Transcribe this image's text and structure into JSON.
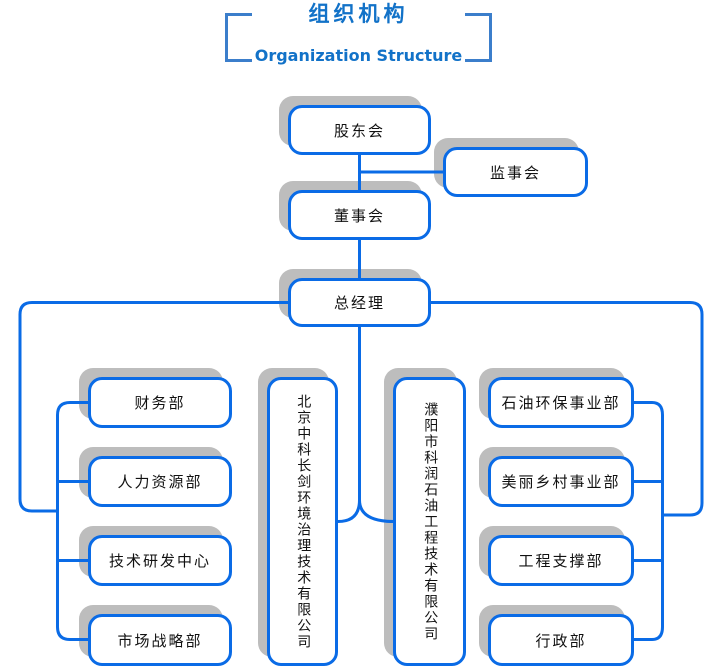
{
  "page": {
    "title": "组织机构",
    "subtitle": "Organization Structure"
  },
  "colors": {
    "accent_blue": "#0a6be6",
    "title_blue": "#1272c8",
    "shadow_gray": "#bdbdbd",
    "bracket_blue": "#3b7ecb",
    "text_black": "#111111"
  },
  "nodes": {
    "shareholders": "股东会",
    "supervisory_board": "监事会",
    "board_of_directors": "董事会",
    "general_manager": "总经理",
    "left_departments": [
      "财务部",
      "人力资源部",
      "技术研发中心",
      "市场战略部"
    ],
    "subsidiaries": [
      "北京中科长剑环境治理技术有限公司",
      "濮阳市科润石油工程技术有限公司"
    ],
    "right_departments": [
      "石油环保事业部",
      "美丽乡村事业部",
      "工程支撑部",
      "行政部"
    ]
  }
}
